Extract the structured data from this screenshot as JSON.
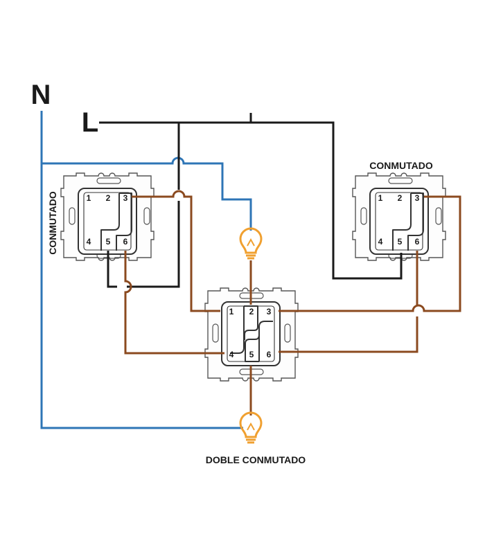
{
  "supply": {
    "neutral_label": "N",
    "line_label": "L"
  },
  "switches": {
    "left": {
      "caption": "CONMUTADO",
      "terminals": [
        "1",
        "2",
        "3",
        "4",
        "5",
        "6"
      ]
    },
    "right": {
      "caption": "CONMUTADO",
      "terminals": [
        "1",
        "2",
        "3",
        "4",
        "5",
        "6"
      ]
    },
    "center": {
      "caption": "DOBLE CONMUTADO",
      "terminals": [
        "1",
        "2",
        "3",
        "4",
        "5",
        "6"
      ]
    }
  },
  "colors": {
    "line": "#1a1a1a",
    "neutral": "#2e75b6",
    "traveler": "#8b4a1f",
    "lamp": "#f0a030"
  },
  "icons": {
    "lamp": "lightbulb-icon"
  }
}
